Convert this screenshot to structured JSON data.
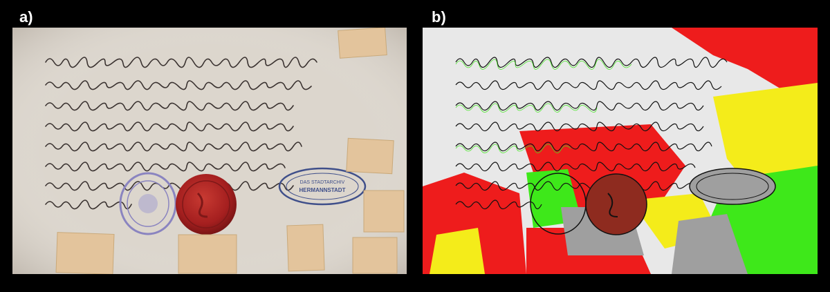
{
  "labels": {
    "panel_a": "a)",
    "panel_b": "b)"
  },
  "colors": {
    "background": "#000000",
    "parchment": "#dcd6cd",
    "ink": "#3a3230",
    "wax_seal": "#b02525",
    "stamp_purple": "#8a84c0",
    "stamp_blue": "#3f4f8a",
    "patch": "#e3c49c",
    "map_red": "#ee1c1c",
    "map_yellow": "#f4ec1a",
    "map_green": "#3ee81a",
    "map_gray": "#9f9f9f",
    "map_white": "#e8e8e8",
    "map_seal": "#8e2b1f"
  },
  "panel_a": {
    "description_type": "photograph-of-medieval-charter",
    "stamp_right_text": [
      "DAS STADTARCHIV",
      "HERMANNSTADT"
    ]
  },
  "panel_b": {
    "description_type": "false-color-analysis-map"
  }
}
